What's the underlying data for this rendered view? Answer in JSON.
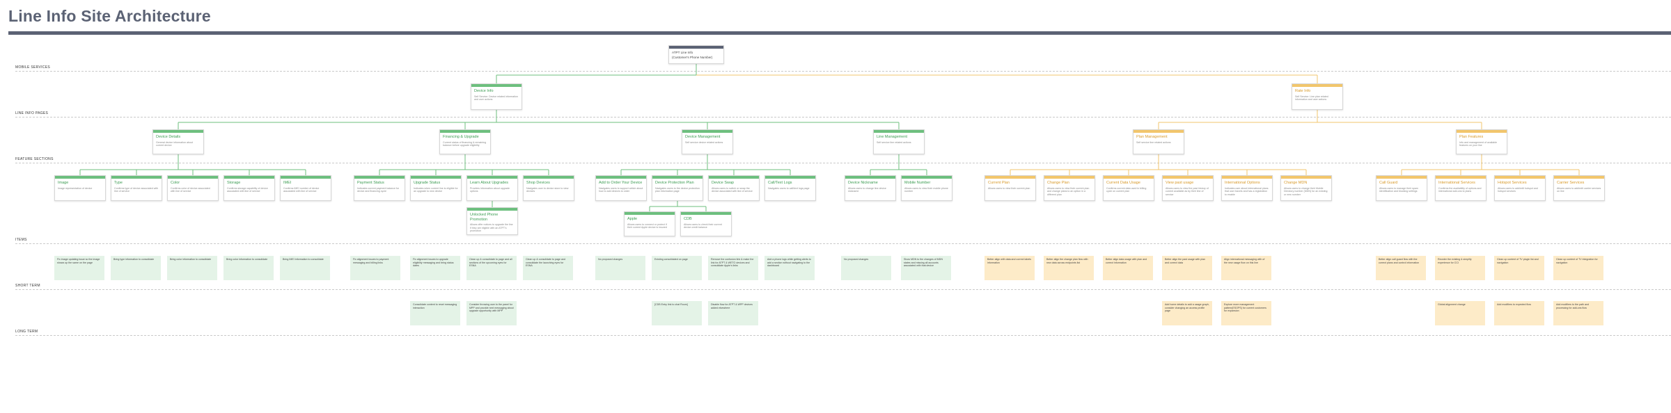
{
  "title": "Line Info Site Architecture",
  "bands": [
    "MOBILE SERVICES",
    "LINE INFO PAGES",
    "FEATURE SECTIONS",
    "ITEMS",
    "SHORT TERM",
    "LONG TERM"
  ],
  "colors": {
    "green": "#6dbf7e",
    "yellow": "#f2c66c",
    "slate": "#5b6274"
  },
  "root": {
    "title": "ATPT Line Info",
    "subtitle": "(Customer's Phone Number)"
  },
  "pages": [
    {
      "id": "p_device",
      "title": "Device Info",
      "desc": "Self Service: Device related information and user actions",
      "color": "g"
    },
    {
      "id": "p_rate",
      "title": "Rate Info",
      "desc": "Self Service: Line plan related information and user actions",
      "color": "y"
    }
  ],
  "sections": [
    {
      "id": "s_details",
      "title": "Device Details",
      "desc": "General device information about current device",
      "color": "g"
    },
    {
      "id": "s_fin",
      "title": "Financing & Upgrade",
      "desc": "Current status of financing & remaining balance before upgrade eligibility",
      "color": "g"
    },
    {
      "id": "s_devmgmt",
      "title": "Device Management",
      "desc": "Self service device related actions",
      "color": "g"
    },
    {
      "id": "s_linemgmt",
      "title": "Line Management",
      "desc": "Self service line related actions",
      "color": "g"
    },
    {
      "id": "s_planmgmt",
      "title": "Plan Management",
      "desc": "Self service line related actions",
      "color": "y"
    },
    {
      "id": "s_planfeat",
      "title": "Plan Features",
      "desc": "Info and management of available features on your line",
      "color": "y"
    }
  ],
  "features": [
    {
      "title": "Image",
      "desc": "Image representation of device",
      "color": "g"
    },
    {
      "title": "Type",
      "desc": "Confirms type of device associated with line of service",
      "color": "g"
    },
    {
      "title": "Color",
      "desc": "Confirms color of device associated with line of service",
      "color": "g"
    },
    {
      "title": "Storage",
      "desc": "Confirms storage capability of device associated with line of service",
      "color": "g"
    },
    {
      "title": "IMEI",
      "desc": "Confirms IMEI number of device associated with line of service",
      "color": "g"
    },
    {
      "title": "Payment Status",
      "desc": "Indicates current payment balance for device and financing cycle",
      "color": "g"
    },
    {
      "title": "Upgrade Status",
      "desc": "Indicates when current line is eligible for an upgrade to new device",
      "color": "g"
    },
    {
      "title": "Learn About Upgrades",
      "desc": "Provides information about upgrade options",
      "color": "g"
    },
    {
      "title": "Shop Devices",
      "desc": "Navigates user to device store to view devices",
      "color": "g"
    },
    {
      "title": "Add to Order Your Device",
      "desc": "Navigates users to support article about how to add devices to order",
      "color": "g"
    },
    {
      "title": "Device Protection Plan",
      "desc": "Navigates users to the device protection plan information page",
      "color": "g"
    },
    {
      "title": "Device Swap",
      "desc": "Allows users to switch or swap the device associated with line of service",
      "color": "g"
    },
    {
      "title": "Call/Text Logs",
      "desc": "Navigates users to call/text logs page",
      "color": "g"
    },
    {
      "title": "Device Nickname",
      "desc": "Allows users to change line device nickname",
      "color": "g"
    },
    {
      "title": "Mobile Number",
      "desc": "Allows users to view their mobile phone number",
      "color": "g"
    },
    {
      "title": "Current Plan",
      "desc": "Allows users to view their current plan",
      "color": "y"
    },
    {
      "title": "Change Plan",
      "desc": "Allows users to view their current plan and change plans to an option in a different plan",
      "color": "y"
    },
    {
      "title": "Current Data Usage",
      "desc": "Confirms current data used in billing cycle on current plan",
      "color": "y"
    },
    {
      "title": "View past usage",
      "desc": "Allows users to view the past history of current available as by their line of service",
      "color": "y"
    },
    {
      "title": "International Options",
      "desc": "Indicates user about international plans that user travels and has a registration to enable",
      "color": "y"
    },
    {
      "title": "Change MDN",
      "desc": "Allows users to change their Mobile Directory number (MDN) for an existing or new number",
      "color": "y"
    },
    {
      "title": "Call Guard",
      "desc": "Allows users to manage their spam identification and blocking settings",
      "color": "y"
    },
    {
      "title": "International Services",
      "desc": "Confirms the availability of options and international add-ons to plans",
      "color": "y"
    },
    {
      "title": "Hotspot Services",
      "desc": "Allows users to add/edit hotspot and hotspot services",
      "color": "y"
    },
    {
      "title": "Carrier Services",
      "desc": "Allows users to add/edit carrier services on line",
      "color": "y"
    }
  ],
  "subfeatures": [
    {
      "title": "Unlocked Phone Promotion",
      "desc": "Allows offer notices to upgrade the line if they are eligible with an ATPT's promotion",
      "color": "g"
    },
    {
      "title": "Apple",
      "desc": "Allows users to connect or protect if their current Apple device is insured",
      "color": "g"
    },
    {
      "title": "CDB",
      "desc": "Allows users to check their current device credit balance",
      "color": "g"
    }
  ],
  "short_term": [
    {
      "text": "Fix image updating issue so the image shows up the same on the page",
      "color": "g"
    },
    {
      "text": "Bring type information to consolidate",
      "color": "g"
    },
    {
      "text": "Bring color information to consolidate",
      "color": "g"
    },
    {
      "text": "Bring color information to consolidate",
      "color": "g"
    },
    {
      "text": "Bring IMEI information to consolidate",
      "color": "g"
    },
    {
      "text": "Fix alignment issues to payment messaging and billing links",
      "color": "g"
    },
    {
      "text": "Fix alignment issues to upgrade eligibility messaging and bring status dates",
      "color": "g"
    },
    {
      "text": "Clean up & consolidate to page and all sections of the upcoming eyes for ESNA",
      "color": "g"
    },
    {
      "text": "Clean up & consolidate to page and consolidate the launching eyes for ESNA",
      "color": "g"
    },
    {
      "text": "No proposed changes",
      "color": "g"
    },
    {
      "text": "Existing consolidated on page",
      "color": "g"
    },
    {
      "text": "Remove the confusion link & make the link for ATPT & WETO devices and consolidate Apple's links",
      "color": "g"
    },
    {
      "text": "Add a phone logs while getting alerts to add a section without navigating to the dashboard",
      "color": "g"
    },
    {
      "text": "No proposed changes",
      "color": "g"
    },
    {
      "text": "Show MDN to the changes of MDN states and missing all accounts associated with that device",
      "color": "g"
    },
    {
      "text": "Better align with data and correct labels information",
      "color": "y"
    },
    {
      "text": "Better align the change plan flow with new data across endpoints list",
      "color": "y"
    },
    {
      "text": "Better align data usage with plan and correct information",
      "color": "y"
    },
    {
      "text": "Better align the past usage with plan and correct data",
      "color": "y"
    },
    {
      "text": "Align international messaging with of the new usage flow on this line",
      "color": "y"
    },
    {
      "text": "Better align call guard flow with the correct plans and control information",
      "color": "y"
    },
    {
      "text": "Reorder the existing & simplify experience for CCI",
      "color": "y"
    },
    {
      "text": "Clean up content of TV plugin list and navigation",
      "color": "y"
    },
    {
      "text": "Clean up content of TV integration for navigation",
      "color": "y"
    }
  ],
  "long_term": [
    {
      "text": "Consolidate content to reset messaging interaction",
      "color": "g"
    },
    {
      "text": "Consider throwing user to the panel for MPP and provide next messaging about upgrade opportunity with MPP",
      "color": "g"
    },
    {
      "text": "[CDB Entry link to chat Room]",
      "color": "g"
    },
    {
      "text": "Disable flow for ATPT & WPP devices added elsewhere",
      "color": "g"
    },
    {
      "text": "Add home details to add a usage graph, consider changing an access profile page",
      "color": "y"
    },
    {
      "text": "Explore more management pattern(ESOPS) for current customers for expansion",
      "color": "y"
    },
    {
      "text": "Global alignment change",
      "color": "y"
    },
    {
      "text": "Add modifiers to expected flow",
      "color": "y"
    },
    {
      "text": "Add modifiers to the path and processing for add-ons flow",
      "color": "y"
    }
  ]
}
